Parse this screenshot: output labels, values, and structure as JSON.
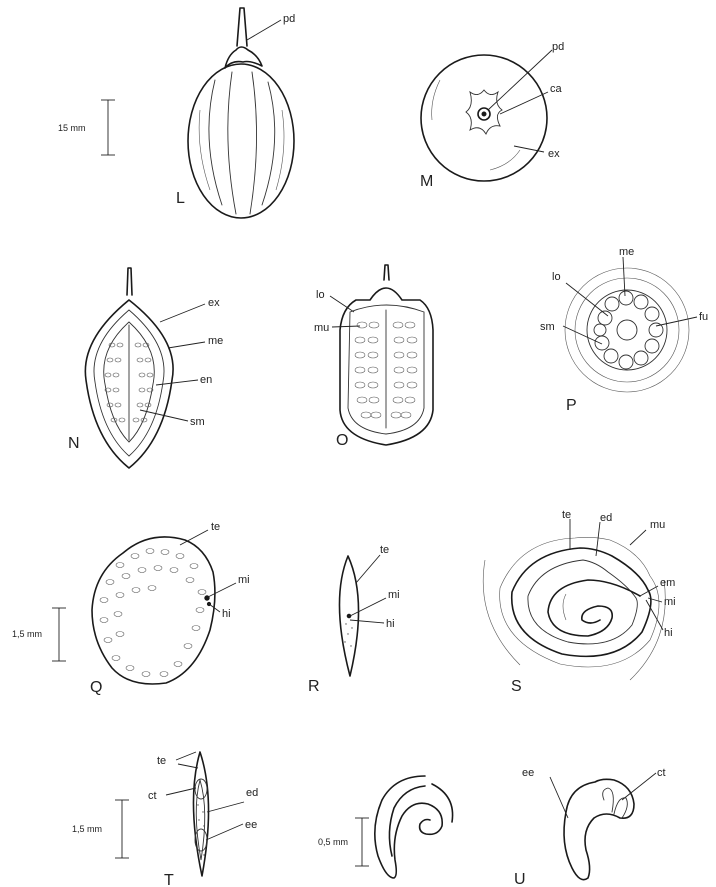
{
  "figures": {
    "L": {
      "letter": "L",
      "labels": [
        "pd"
      ],
      "scale": "15 mm"
    },
    "M": {
      "letter": "M",
      "labels": [
        "pd",
        "ca",
        "ex"
      ]
    },
    "N": {
      "letter": "N",
      "labels": [
        "ex",
        "me",
        "en",
        "sm"
      ]
    },
    "O": {
      "letter": "O",
      "labels": [
        "lo",
        "mu"
      ]
    },
    "P": {
      "letter": "P",
      "labels": [
        "me",
        "lo",
        "sm",
        "fu"
      ]
    },
    "Q": {
      "letter": "Q",
      "labels": [
        "te",
        "mi",
        "hi"
      ],
      "scale": "1,5 mm"
    },
    "R": {
      "letter": "R",
      "labels": [
        "te",
        "mi",
        "hi"
      ]
    },
    "S": {
      "letter": "S",
      "labels": [
        "te",
        "ed",
        "mu",
        "em",
        "mi",
        "hi"
      ]
    },
    "T": {
      "letter": "T",
      "labels": [
        "te",
        "ct",
        "ed",
        "ee"
      ],
      "scale": "1,5 mm"
    },
    "U": {
      "letter": "U",
      "labels": [
        "ee",
        "ct"
      ],
      "scale": "0,5 mm"
    }
  }
}
